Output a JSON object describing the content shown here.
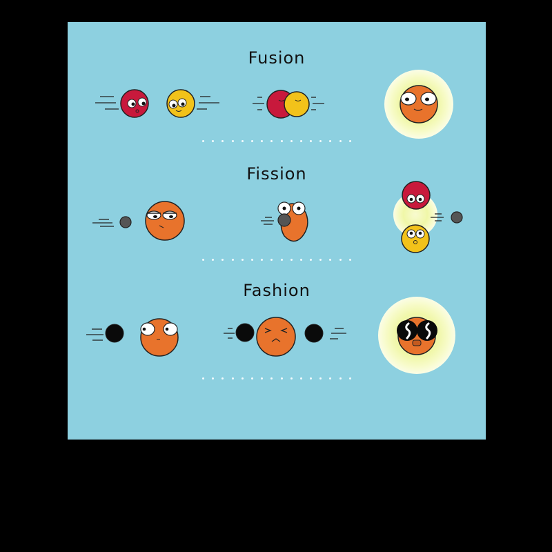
{
  "sections": [
    {
      "title": "Fusion",
      "panels": [
        {
          "description": "red and yellow particles flying toward each other"
        },
        {
          "description": "red and yellow particles kissing / merging"
        },
        {
          "description": "glowing orange nucleus smiling"
        }
      ]
    },
    {
      "title": "Fission",
      "panels": [
        {
          "description": "grey neutron flying toward annoyed orange nucleus"
        },
        {
          "description": "neutron hitting startled orange nucleus deforming"
        },
        {
          "description": "nucleus splits into red and yellow particles with neutron released"
        }
      ]
    },
    {
      "title": "Fashion",
      "panels": [
        {
          "description": "black ball flying toward worried orange nucleus"
        },
        {
          "description": "two black balls squeezing grimacing orange nucleus"
        },
        {
          "description": "glowing orange nucleus wearing black sunglasses"
        }
      ]
    }
  ],
  "colors": {
    "background": "#000000",
    "panel": "#8dd0e0",
    "red_particle": "#c8193c",
    "yellow_particle": "#f2c21a",
    "orange_nucleus": "#e8732c",
    "glow": "#f3f9b0",
    "neutron": "#555555",
    "black_ball": "#0a0a0a"
  }
}
